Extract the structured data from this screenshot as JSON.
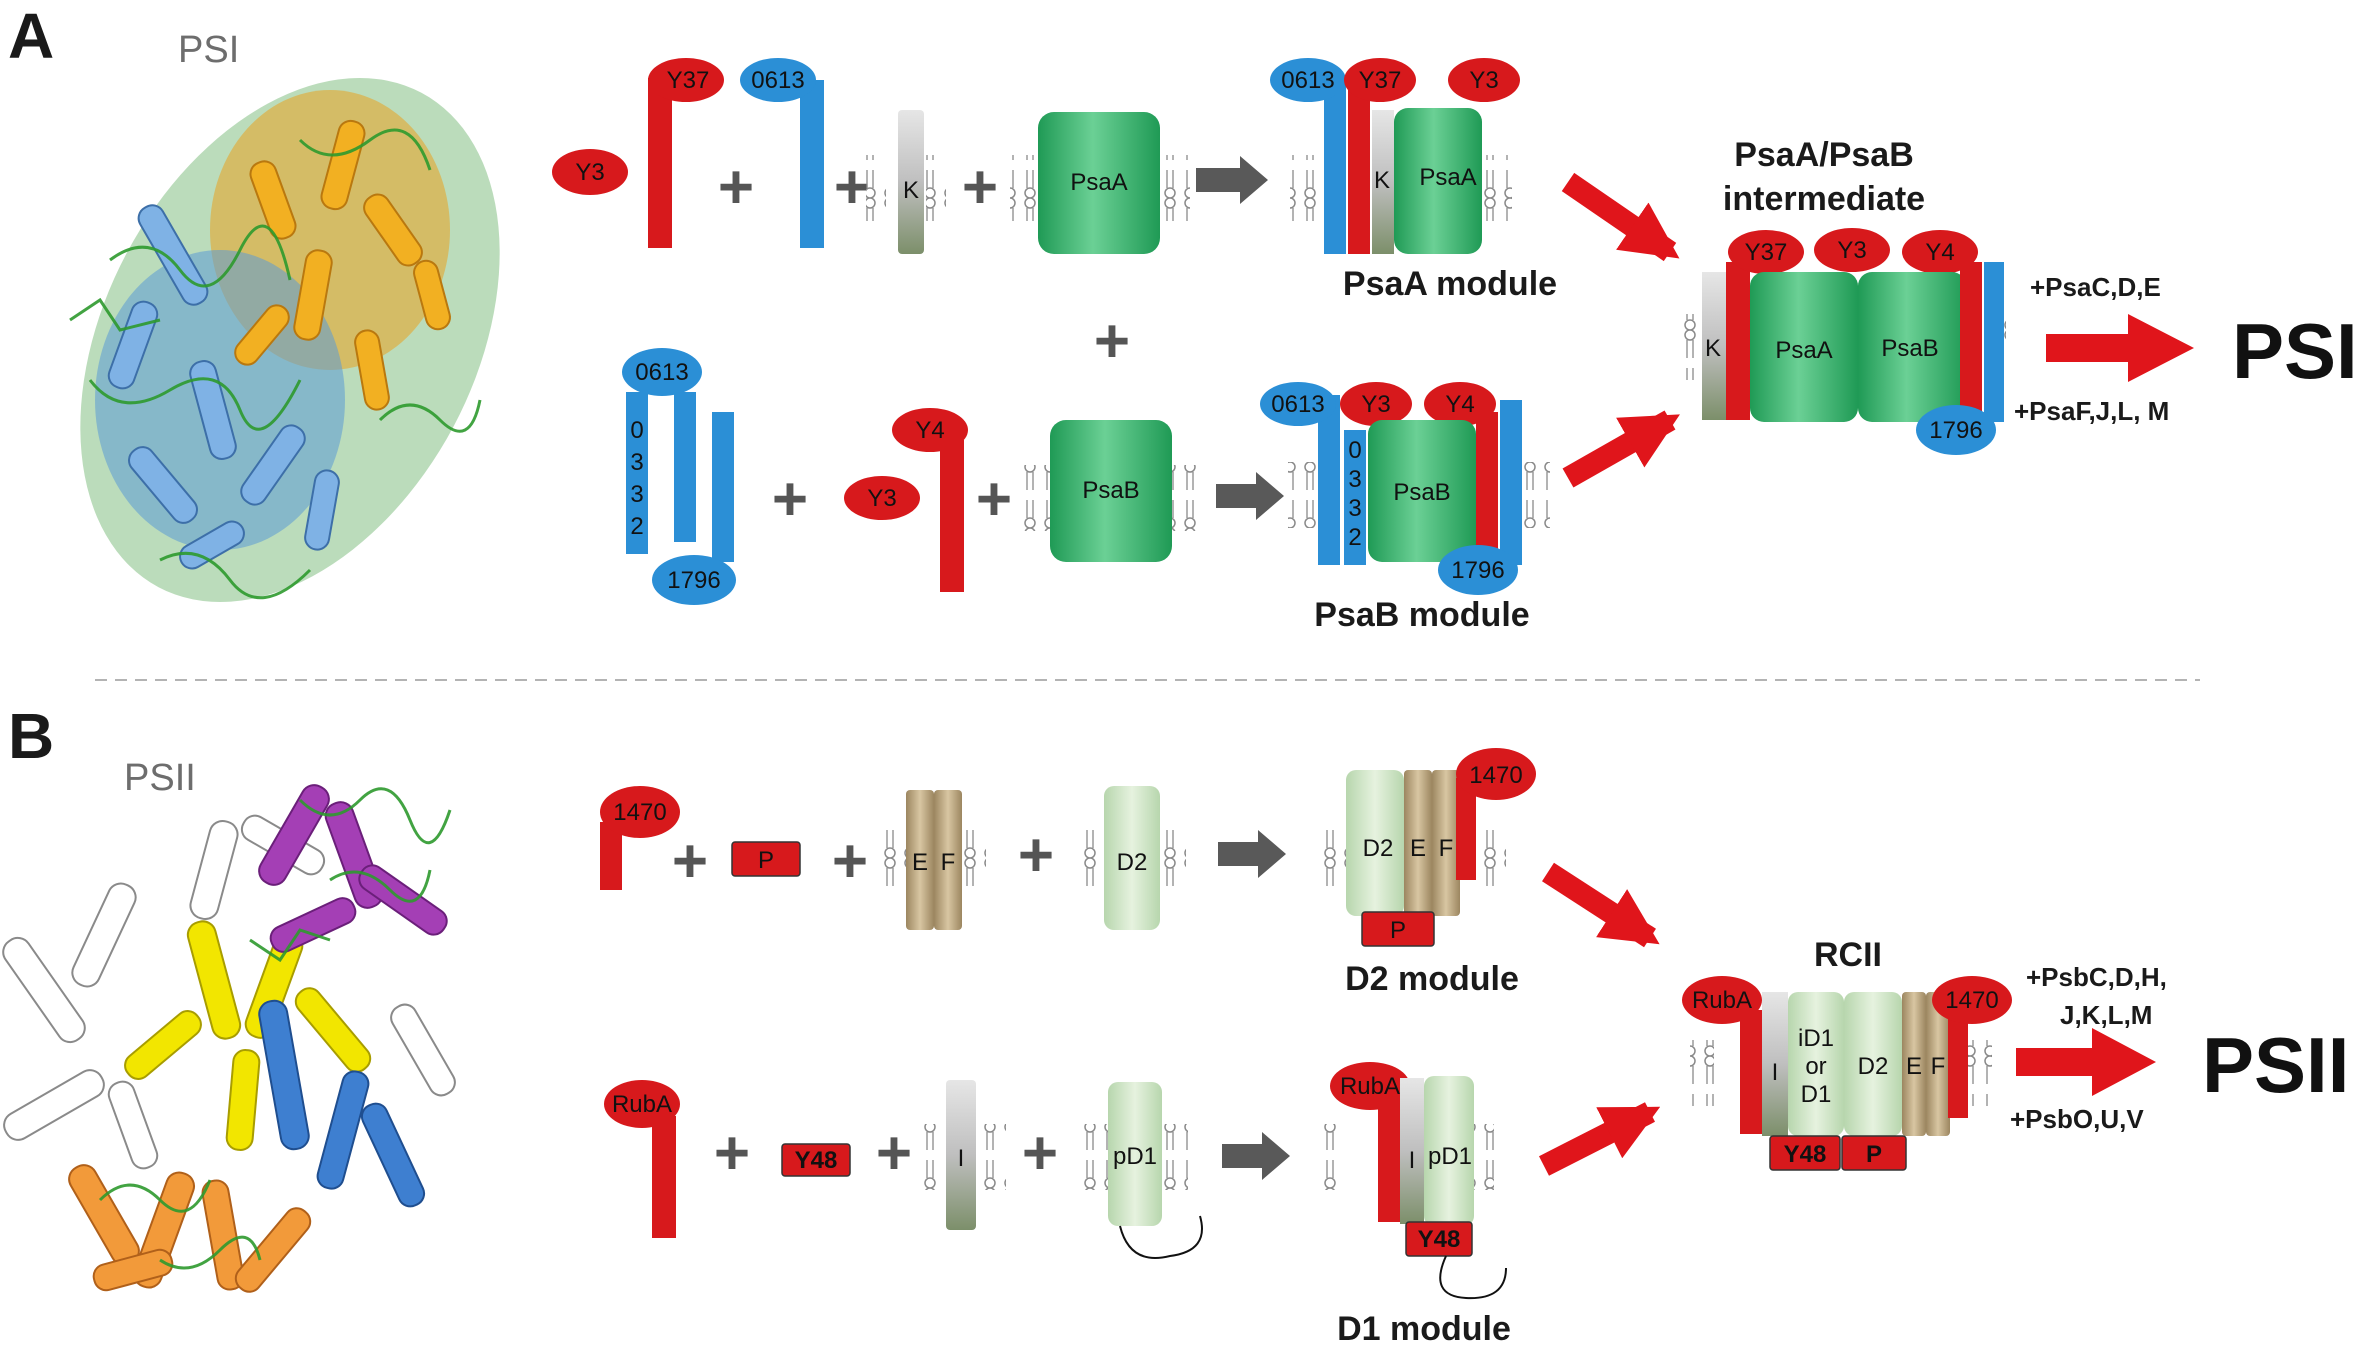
{
  "colors": {
    "red": "#d7191c",
    "blue": "#2b8fd6",
    "green": "#3fb36b",
    "tan": "#b8a27c",
    "pale_green": "#cfe3c4",
    "gray_arrow": "#595959",
    "operator": "#555555"
  },
  "panel_a": {
    "letter": "A",
    "complex_name": "PSI",
    "psaa_row": {
      "y3": "Y3",
      "y37": "Y37",
      "x0613": "0613",
      "k": "K",
      "psaa": "PsaA"
    },
    "psaa_module": {
      "x0613": "0613",
      "y37": "Y37",
      "y3": "Y3",
      "k": "K",
      "psaa": "PsaA",
      "name": "PsaA module"
    },
    "psab_row": {
      "x0613": "0613",
      "digits": [
        "0",
        "3",
        "3",
        "2"
      ],
      "x1796": "1796",
      "y4": "Y4",
      "y3": "Y3",
      "psab": "PsaB"
    },
    "psab_module": {
      "x0613": "0613",
      "y3": "Y3",
      "y4": "Y4",
      "digits": [
        "0",
        "3",
        "3",
        "2"
      ],
      "psab": "PsaB",
      "x1796": "1796",
      "name": "PsaB module"
    },
    "intermediate": {
      "title_line1": "PsaA/PsaB",
      "title_line2": "intermediate",
      "y37": "Y37",
      "y3": "Y3",
      "y4": "Y4",
      "k": "K",
      "psaa": "PsaA",
      "psab": "PsaB",
      "x1796": "1796"
    },
    "additions_top": "+PsaC,D,E",
    "additions_bottom": "+PsaF,J,L, M",
    "final": "PSI"
  },
  "panel_b": {
    "letter": "B",
    "complex_name": "PSII",
    "d2_row": {
      "x1470": "1470",
      "p": "P",
      "e": "E",
      "f": "F",
      "d2": "D2"
    },
    "d2_module": {
      "d2": "D2",
      "e": "E",
      "f": "F",
      "x1470": "1470",
      "p": "P",
      "name": "D2 module"
    },
    "d1_row": {
      "ruba": "RubA",
      "y48": "Y48",
      "i": "I",
      "pd1": "pD1"
    },
    "d1_module": {
      "ruba": "RubA",
      "i": "I",
      "pd1": "pD1",
      "y48": "Y48",
      "name": "D1 module"
    },
    "rcii": {
      "title": "RCII",
      "ruba": "RubA",
      "x1470": "1470",
      "i": "I",
      "id1_line1": "iD1",
      "id1_line2": "or",
      "id1_line3": "D1",
      "d2": "D2",
      "e": "E",
      "f": "F",
      "y48": "Y48",
      "p": "P"
    },
    "additions_top_line1": "+PsbC,D,H,",
    "additions_top_line2": "J,K,L,M",
    "additions_bottom": "+PsbO,U,V",
    "final": "PSII"
  }
}
